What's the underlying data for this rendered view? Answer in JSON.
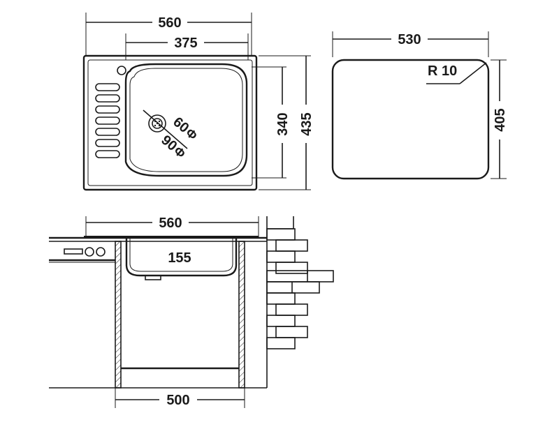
{
  "dimensions": {
    "top_width": "560",
    "bowl_width": "375",
    "depth_outer": "435",
    "depth_bowl": "340",
    "cutout_width": "530",
    "cutout_depth": "405",
    "cutout_radius": "R 10",
    "drain_inner": "60",
    "drain_outer": "90",
    "phi": "Φ",
    "section_width": "560",
    "bowl_height": "155",
    "cabinet_width": "500"
  },
  "colors": {
    "line": "#1a1a1a",
    "background": "#ffffff"
  }
}
